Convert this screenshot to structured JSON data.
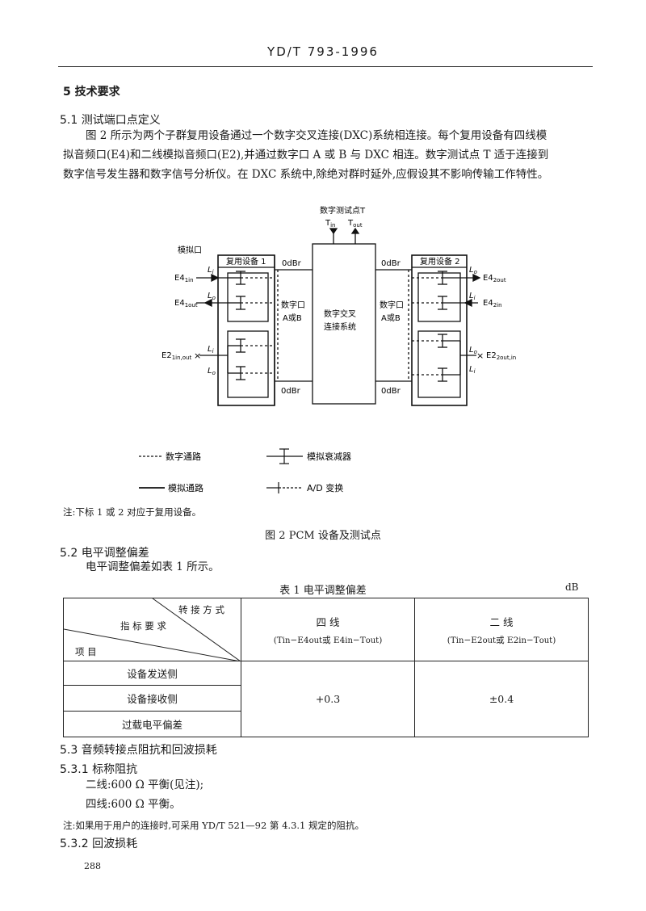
{
  "header": {
    "standard_id": "YD/T 793-1996"
  },
  "section5": {
    "title": "5  技术要求",
    "s51_title": "5.1  测试端口点定义",
    "s51_para": [
      "图 2 所示为两个子群复用设备通过一个数字交叉连接(DXC)系统相连接。每个复用设备有四线模",
      "拟音频口(E4)和二线模拟音频口(E2),并通过数字口 A 或 B 与 DXC 相连。数字测试点 T 适于连接到",
      "数字信号发生器和数字信号分析仪。在 DXC 系统中,除绝对群时延外,应假设其不影响传输工作特性。"
    ]
  },
  "figure": {
    "test_point_label": "数字测试点T",
    "tin": "T",
    "tin_sub": "in",
    "tout": "T",
    "tout_sub": "out",
    "analog_port_label": "模拟口",
    "mux1_label": "复用设备 1",
    "mux2_label": "复用设备 2",
    "dxc_line1": "数字交叉",
    "dxc_line2": "连接系统",
    "digital_port_line1": "数字口",
    "digital_port_line2": "A或B",
    "odbr": "0dBr",
    "li": "L",
    "li_sub": "i",
    "lo": "L",
    "lo_sub": "o",
    "e4": "E4",
    "e4_in_sub": "1in",
    "e4_out_sub": "1out",
    "e4_2out_sub": "2out",
    "e4_2in_sub": "2in",
    "e2": "E2",
    "e2_left_sub": "1in,out",
    "e2_right_sub": "2out,in",
    "cross": "×",
    "legend": {
      "digital_path": "数字通路",
      "analog_path": "模拟通路",
      "analog_attenuator": "模拟衰减器",
      "ad_conversion": "A/D 变换"
    },
    "note": "注:下标 1 或 2 对应于复用设备。",
    "caption": "图 2   PCM 设备及测试点"
  },
  "section52": {
    "title": "5.2  电平调整偏差",
    "intro": "电平调整偏差如表 1 所示。",
    "table_title": "表 1   电平调整偏差",
    "unit": "dB",
    "table": {
      "corner_top": "转 接 方 式",
      "corner_mid": "指 标 要 求",
      "corner_bot": "项      目",
      "col1_title": "四   线",
      "col1_formula": "(T",
      "col2_title": "二   线",
      "rows": [
        "设备发送侧",
        "设备接收侧",
        "过载电平偏差"
      ],
      "val_four_wire": "+0.3",
      "val_two_wire": "±0.4"
    }
  },
  "section53": {
    "title": "5.3  音频转接点阻抗和回波损耗",
    "s531_title": "5.3.1  标称阻抗",
    "line1": "二线:600 Ω 平衡(见注);",
    "line2": "四线:600 Ω 平衡。",
    "note": "注:如果用于用户的连接时,可采用 YD/T 521—92 第 4.3.1 规定的阻抗。",
    "s532_title": "5.3.2  回波损耗"
  },
  "page_number": "288"
}
